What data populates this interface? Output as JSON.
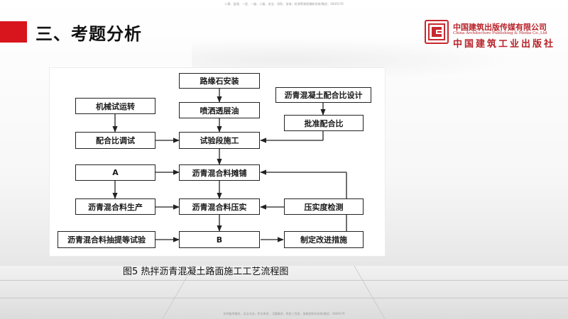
{
  "watermark": {
    "top": "二建、监理、一造、一级、二级、安全、消防、咨询、检测等课程辅助系统/微信：2849176",
    "bottom": "仅供备考辅导，本企内训，考点串讲，习题精讲，考前三页纸，加微信联系系统/微信：2849176"
  },
  "header": {
    "section_title": "三、考题分析"
  },
  "publisher": {
    "name_cn": "中国建筑出版传媒有限公司",
    "name_en": "China Architecture Publishing & Media Co.,Ltd",
    "name_calligraphy": "中国建筑工业出版社"
  },
  "diagram": {
    "nodes": {
      "curb": "路缘石安装",
      "spray": "喷洒透层油",
      "trial": "试验段施工",
      "paving": "沥青混合料摊铺",
      "compaction": "沥青混合料压实",
      "b": "B",
      "machine": "机械试运转",
      "mixadjust": "配合比调试",
      "a": "A",
      "production": "沥青混合料生产",
      "extraction": "沥青混合料抽提等试验",
      "mixdesign": "沥青混凝土配合比设计",
      "approve": "批准配合比",
      "density": "压实度检测",
      "measures": "制定改进措施"
    }
  },
  "caption": "图5 热拌沥青混凝土路面施工工艺流程图"
}
